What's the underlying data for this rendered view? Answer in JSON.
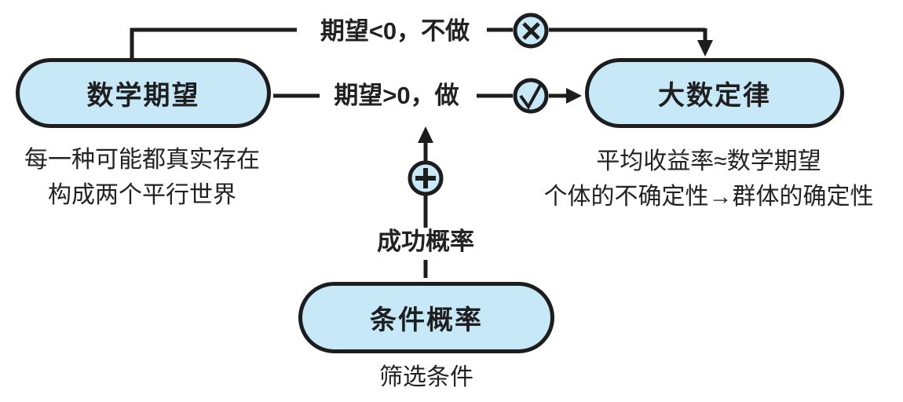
{
  "diagram": {
    "title_hint": "expectation-decision-flow",
    "colors": {
      "node_fill": "#c6e8f7",
      "stroke": "#1d1d1d",
      "background": "#ffffff",
      "text": "#222222"
    },
    "nodes": {
      "math_expectation": {
        "label": "数学期望",
        "caption_lines": [
          "每一种可能都真实存在",
          "构成两个平行世界"
        ]
      },
      "law_of_large_numbers": {
        "label": "大数定律",
        "caption_lines": [
          "平均收益率≈数学期望",
          "个体的不确定性→群体的确定性"
        ]
      },
      "conditional_probability": {
        "label": "条件概率",
        "caption_lines": [
          "筛选条件"
        ]
      }
    },
    "edges": {
      "negative_expectation": {
        "label": "期望<0，不做",
        "symbol": "cross-in-circle",
        "from": "math_expectation",
        "to": "law_of_large_numbers"
      },
      "positive_expectation": {
        "label": "期望>0，做",
        "symbol": "check-in-circle",
        "from": "math_expectation",
        "to": "law_of_large_numbers"
      },
      "success_probability": {
        "label": "成功概率",
        "symbol": "plus-in-circle",
        "from": "conditional_probability",
        "to": "positive_expectation"
      }
    }
  }
}
